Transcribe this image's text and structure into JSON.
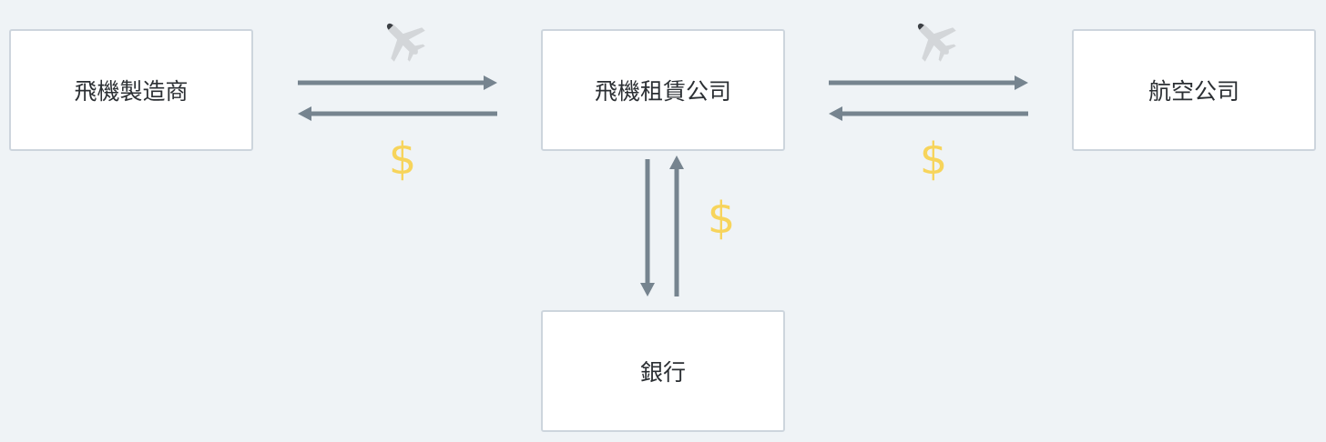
{
  "nodes": {
    "manufacturer": "飛機製造商",
    "lessor": "飛機租賃公司",
    "airline": "航空公司",
    "bank": "銀行"
  },
  "money_symbol": "$",
  "colors": {
    "background": "#eff3f6",
    "box_border": "#cdd5dd",
    "arrow": "#76848f",
    "money": "#f7d45b",
    "plane": "#d3d6d9"
  },
  "icons": {
    "plane": "airplane-icon"
  }
}
